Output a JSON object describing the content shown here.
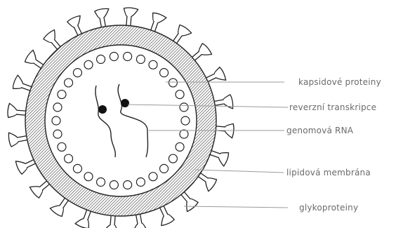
{
  "diagram": {
    "labels": {
      "capsid_proteins": "kapsidové proteiny",
      "reverse_transcriptase": "reverzní transkripce",
      "genomic_rna": "genomová RNA",
      "lipid_membrane": "lipidová membrána",
      "glycoproteins": "glykoproteiny"
    },
    "colors": {
      "outline": "#222222",
      "hatch": "#444444",
      "label_text": "#6a6a6a",
      "leader_line": "#9a9a9a"
    }
  }
}
